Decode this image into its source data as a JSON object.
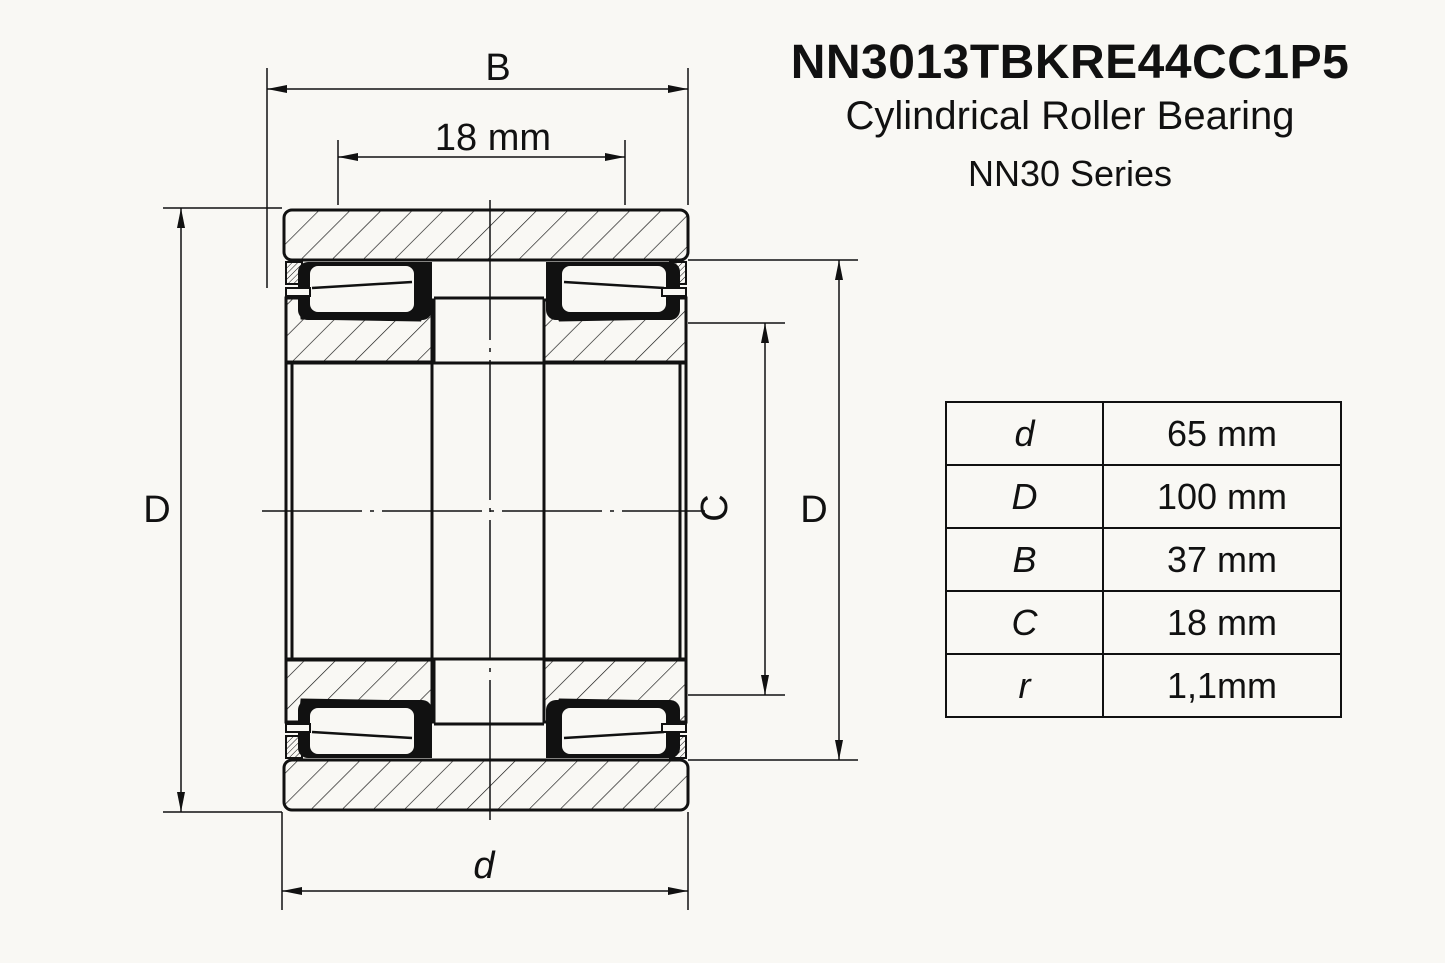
{
  "title": {
    "part_number": "NN3013TBKRE44CC1P5",
    "type": "Cylindrical Roller Bearing",
    "series": "NN30 Series"
  },
  "dimension_labels": {
    "width_B": "B",
    "roller_spacing": "18 mm",
    "outer_diameter_left": "D",
    "outer_diameter_right": "D",
    "C": "C",
    "bore_d": "d"
  },
  "spec_table": {
    "rows": [
      {
        "symbol": "d",
        "value": "65 mm"
      },
      {
        "symbol": "D",
        "value": "100 mm"
      },
      {
        "symbol": "B",
        "value": "37 mm"
      },
      {
        "symbol": "C",
        "value": "18 mm"
      },
      {
        "symbol": "r",
        "value": "1,1mm"
      }
    ]
  },
  "colors": {
    "background": "#f9f8f4",
    "line": "#111111"
  }
}
